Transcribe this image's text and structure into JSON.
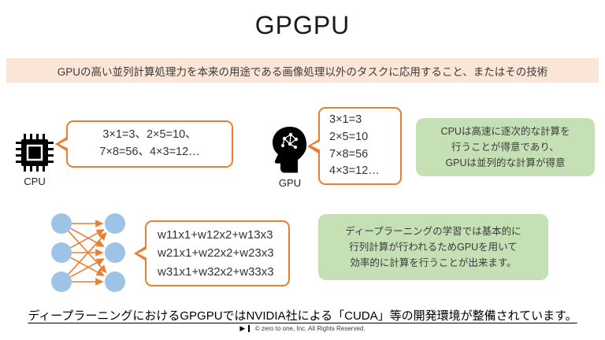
{
  "title": "GPGPU",
  "banner": {
    "text": "GPUの高い並列計算処理力を本来の用途である画像処理以外のタスクに応用すること、またはその技術"
  },
  "cpu": {
    "label": "CPU",
    "bubble_lines": [
      "3×1=3、2×5=10、",
      "7×8=56、4×3=12…"
    ]
  },
  "gpu": {
    "label": "GPU",
    "bubble_lines": [
      "3×1=3",
      "2×5=10",
      "7×8=56",
      "4×3=12…"
    ]
  },
  "cpu_gpu_note": {
    "lines": [
      "CPUは高速に逐次的な計算を",
      "行うことが得意であり、",
      "GPUは並列的な計算が得意"
    ]
  },
  "matrix_bubble": {
    "lines": [
      "w11x1+w12x2+w13x3",
      "w21x1+w22x2+w23x3",
      "w31x1+w32x2+w33x3"
    ]
  },
  "dl_note": {
    "lines": [
      "ディープラーニングの学習では基本的に",
      "行列計算が行われるためGPUを用いて",
      "効率的に計算を行うことが出来ます。"
    ]
  },
  "footer_statement": "ディープラーニングにおけるGPGPUではNVIDIA社による「CUDA」等の開発環境が整備されています。",
  "footer": {
    "copyright": "© zero to one, Inc. All Rights Reserved.",
    "play_glyph": "▶"
  },
  "colors": {
    "banner_bg": "#fbe5d6",
    "note_bg": "#c5e0b4",
    "bubble_border": "#ed7d31",
    "node_fill": "#9dc3e6",
    "arrow": "#ed7d31",
    "icon": "#000000"
  }
}
